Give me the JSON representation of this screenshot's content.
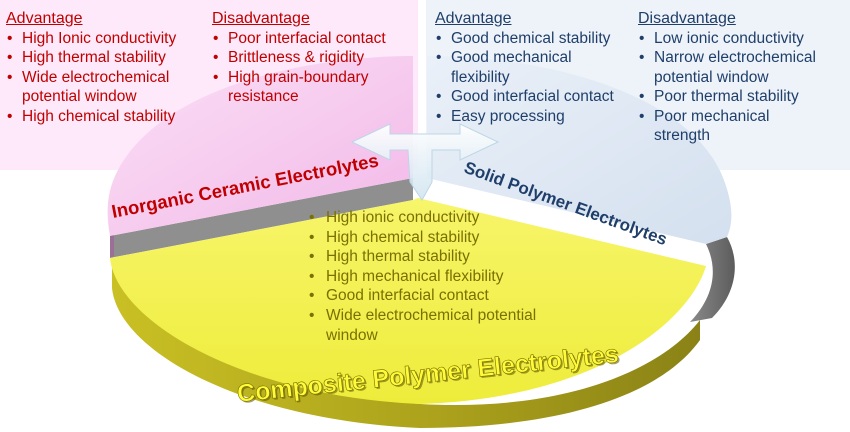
{
  "inorganic_panel": {
    "advantage_heading": "Advantage",
    "advantages": [
      "High Ionic conductivity",
      "High thermal stability",
      "Wide electrochemical potential window",
      "High chemical stability"
    ],
    "disadvantage_heading": "Disadvantage",
    "disadvantages": [
      "Poor interfacial contact",
      "Brittleness & rigidity",
      "High grain-boundary resistance"
    ]
  },
  "polymer_panel": {
    "advantage_heading": "Advantage",
    "advantages": [
      "Good chemical stability",
      "Good mechanical flexibility",
      "Good interfacial contact",
      "Easy processing"
    ],
    "disadvantage_heading": "Disadvantage",
    "disadvantages": [
      "Low ionic conductivity",
      "Narrow electrochemical potential window",
      "Poor thermal stability",
      "Poor mechanical strength"
    ]
  },
  "composite_properties": [
    "High ionic conductivity",
    "High chemical stability",
    "High thermal stability",
    "High mechanical flexibility",
    "Good interfacial contact",
    "Wide electrochemical potential window"
  ],
  "labels": {
    "inorganic": "Inorganic Ceramic Electrolytes",
    "polymer": "Solid Polymer Electrolytes",
    "composite": "Composite Polymer Electrolytes"
  },
  "colors": {
    "inorganic_fill": "#f5c2ec",
    "polymer_fill": "#dde7f3",
    "composite_fill": "#f2f04a",
    "inorganic_text": "#c00000",
    "polymer_text": "#1f3f6a",
    "composite_text": "#7a7000"
  }
}
